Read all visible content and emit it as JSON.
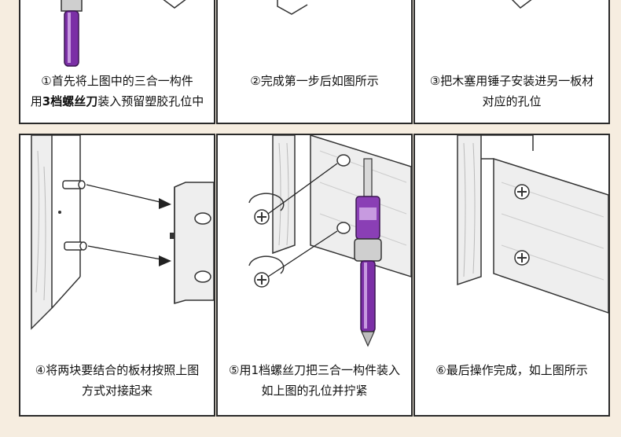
{
  "steps": [
    {
      "lines": [
        "①首先将上图中的三合一构件",
        "用"
      ],
      "bold": "3档螺丝刀",
      "tail": "装入预留塑胶孔位中"
    },
    {
      "lines": [
        "②完成第一步后如图所示"
      ]
    },
    {
      "lines": [
        "③把木塞用锤子安装进另一板材",
        "对应的孔位"
      ]
    },
    {
      "lines": [
        "④将两块要结合的板材按照上图",
        "方式对接起来"
      ]
    },
    {
      "lines": [
        "⑤用1档螺丝刀把三合一构件装入",
        "如上图的孔位并拧紧"
      ]
    },
    {
      "lines": [
        "⑥最后操作完成，如上图所示"
      ]
    }
  ],
  "colors": {
    "background": "#f6ede0",
    "border": "#2a2a2a",
    "screwdriver": "#7b2fa6",
    "wood": "#eeeeee"
  }
}
